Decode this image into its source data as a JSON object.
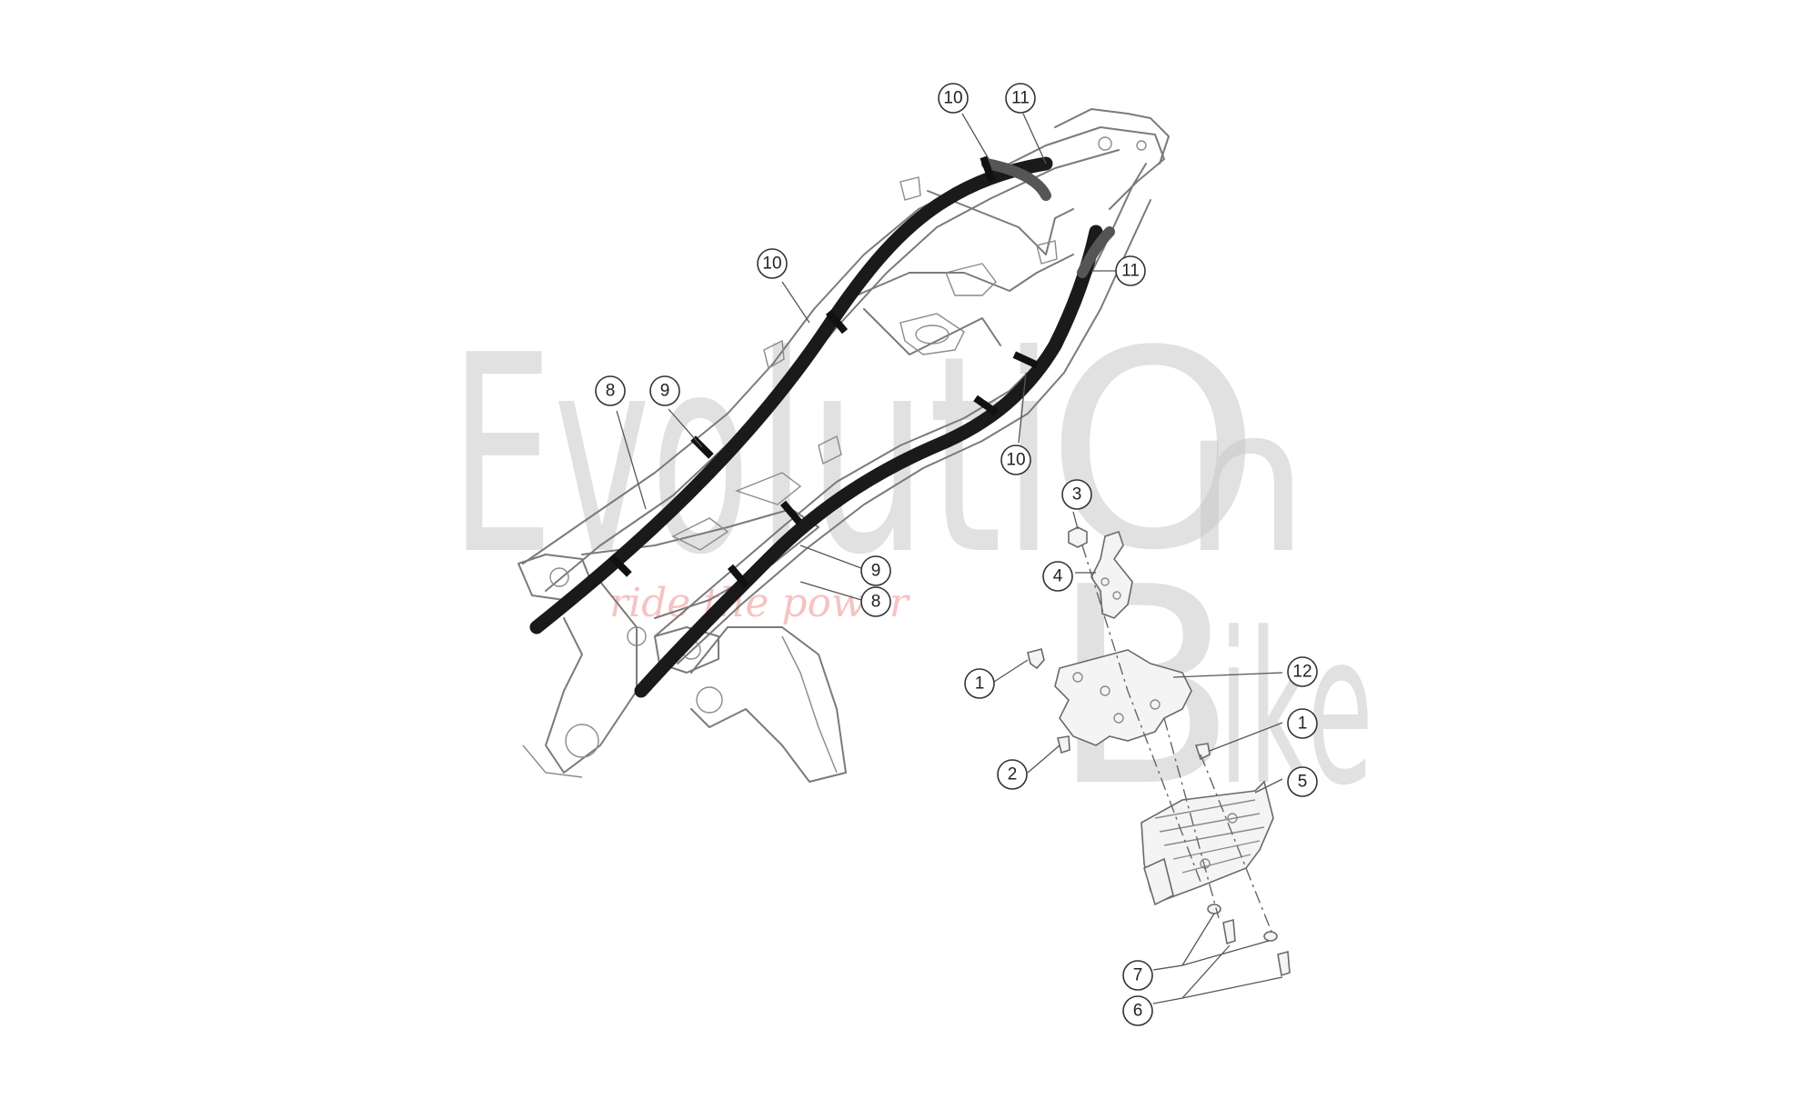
{
  "watermark": {
    "top_left": "Evo",
    "top_mid": "luti",
    "big_o": "O",
    "n": "n",
    "bike": "Bike",
    "b": "B",
    "ike": "ike",
    "tagline": "ride the power"
  },
  "callouts": [
    {
      "id": "c10a",
      "label": "10"
    },
    {
      "id": "c11a",
      "label": "11"
    },
    {
      "id": "c10b",
      "label": "10"
    },
    {
      "id": "c11b",
      "label": "11"
    },
    {
      "id": "c8a",
      "label": "8"
    },
    {
      "id": "c9a",
      "label": "9"
    },
    {
      "id": "c10c",
      "label": "10"
    },
    {
      "id": "c3",
      "label": "3"
    },
    {
      "id": "c4",
      "label": "4"
    },
    {
      "id": "c9b",
      "label": "9"
    },
    {
      "id": "c8b",
      "label": "8"
    },
    {
      "id": "c12",
      "label": "12"
    },
    {
      "id": "c1a",
      "label": "1"
    },
    {
      "id": "c1b",
      "label": "1"
    },
    {
      "id": "c2",
      "label": "2"
    },
    {
      "id": "c5",
      "label": "5"
    },
    {
      "id": "c7",
      "label": "7"
    },
    {
      "id": "c6",
      "label": "6"
    }
  ]
}
